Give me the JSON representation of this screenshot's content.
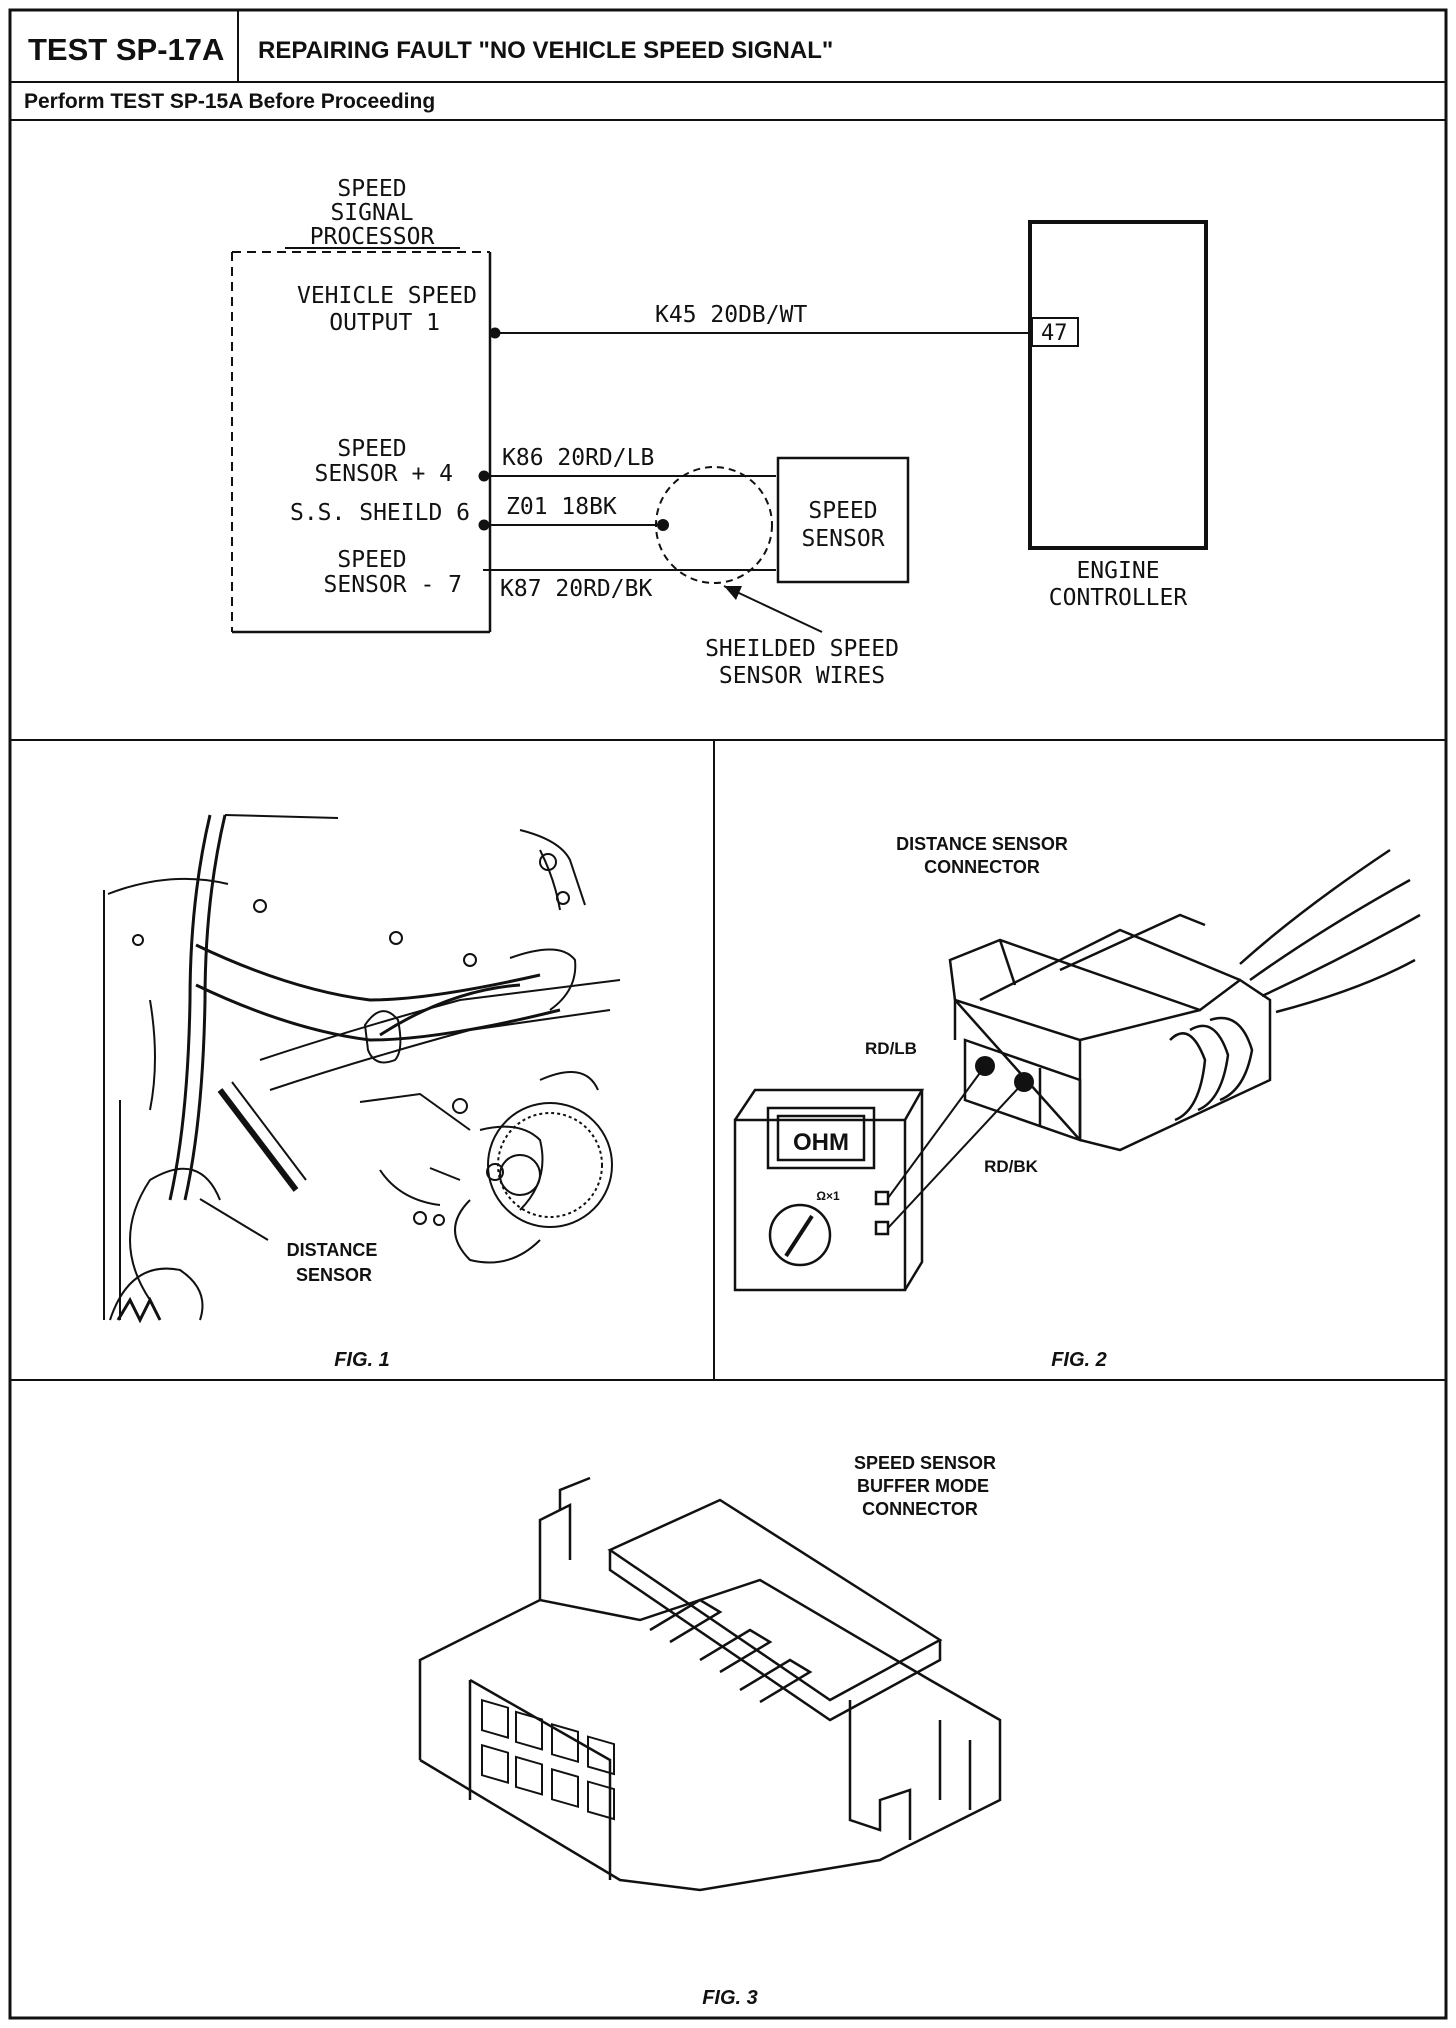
{
  "header": {
    "test_id": "TEST SP-17A",
    "title": "REPAIRING FAULT \"NO VEHICLE SPEED SIGNAL\"",
    "subtitle": "Perform TEST SP-15A Before Proceeding"
  },
  "schematic": {
    "processor_title": [
      "SPEED",
      "SIGNAL",
      "PROCESSOR"
    ],
    "pin_output": [
      "VEHICLE SPEED",
      "OUTPUT 1"
    ],
    "pin_sensor_plus": [
      "SPEED",
      "SENSOR + 4"
    ],
    "pin_shield": "S.S. SHEILD 6",
    "pin_sensor_minus": [
      "SPEED",
      "SENSOR - 7"
    ],
    "wire_k45": "K45 20DB/WT",
    "wire_k86": "K86 20RD/LB",
    "wire_z01": "Z01 18BK",
    "wire_k87": "K87 20RD/BK",
    "speed_sensor": [
      "SPEED",
      "SENSOR"
    ],
    "controller_pin": "47",
    "engine_controller": [
      "ENGINE",
      "CONTROLLER"
    ],
    "shield_note": [
      "SHEILDED SPEED",
      "SENSOR WIRES"
    ]
  },
  "fig1": {
    "label": [
      "DISTANCE",
      "SENSOR"
    ],
    "caption": "FIG. 1"
  },
  "fig2": {
    "title": [
      "DISTANCE SENSOR",
      "CONNECTOR"
    ],
    "meter_display": "OHM",
    "meter_range": "Ω×1",
    "wire_lb": "RD/LB",
    "wire_bk": "RD/BK",
    "caption": "FIG. 2"
  },
  "fig3": {
    "title": [
      "SPEED SENSOR",
      "BUFFER MODE",
      "CONNECTOR"
    ],
    "caption": "FIG. 3"
  }
}
